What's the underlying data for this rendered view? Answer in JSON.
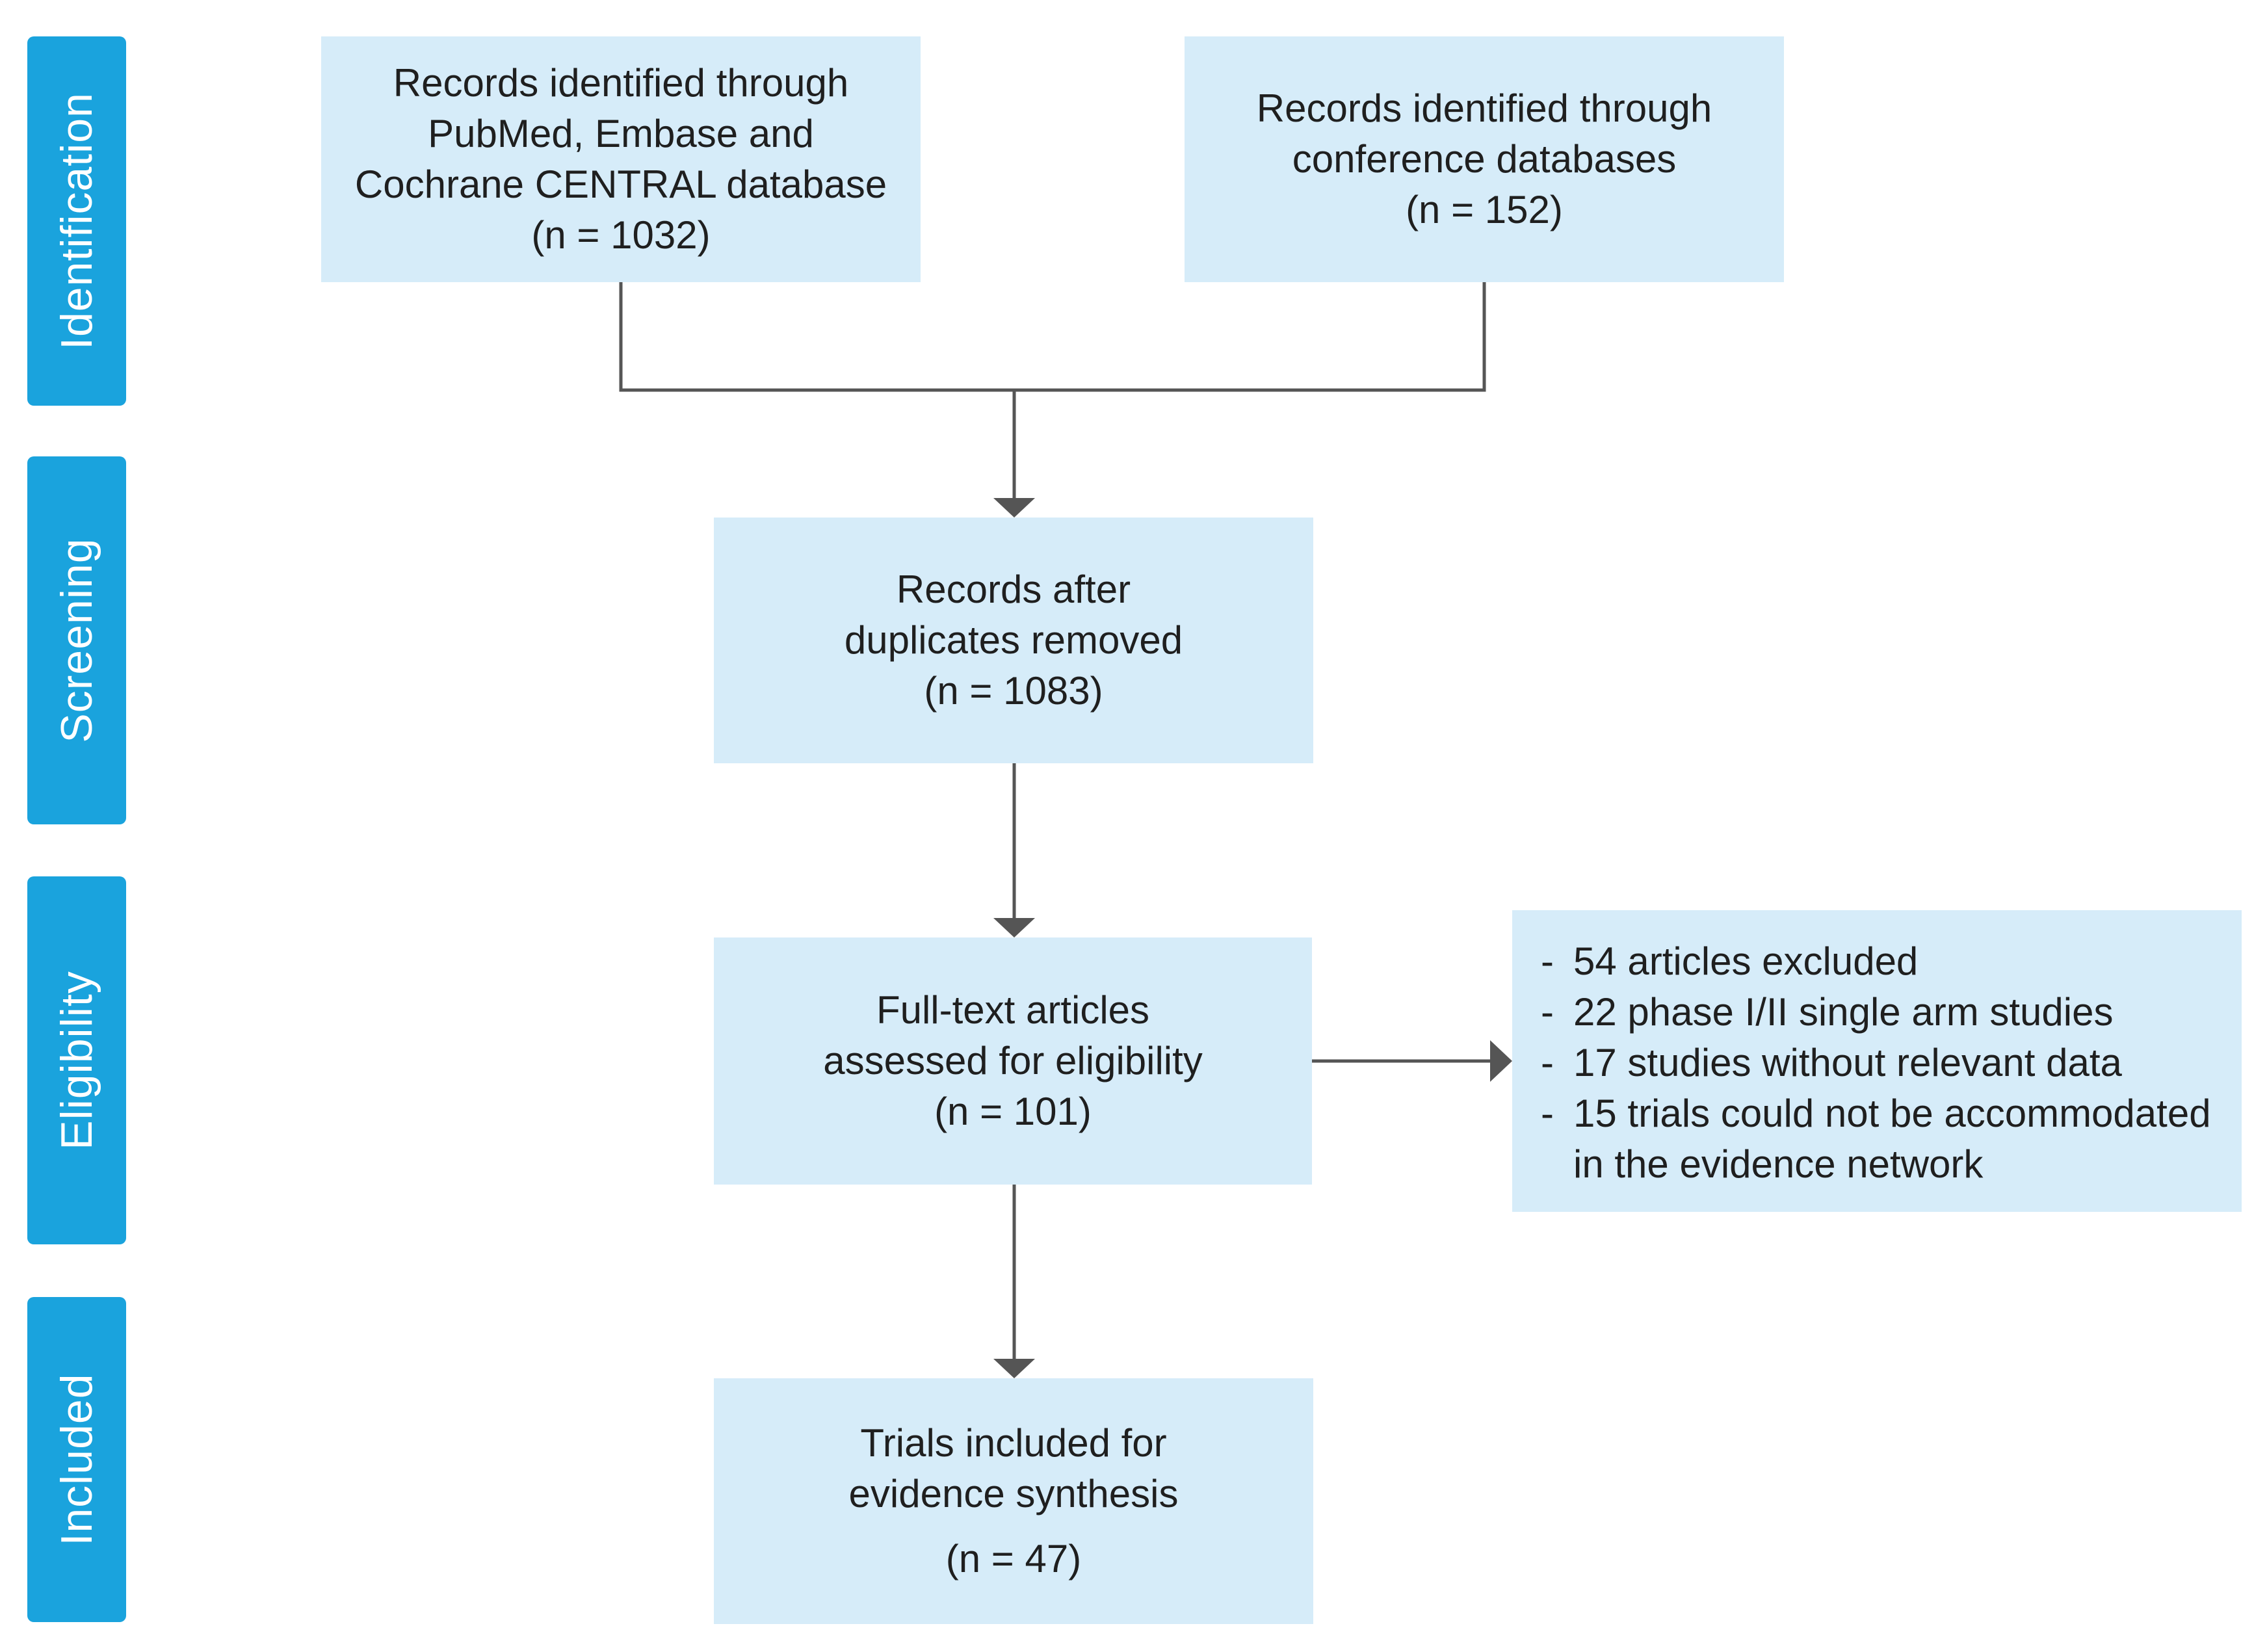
{
  "stages": [
    {
      "id": "identification",
      "label": "Identification"
    },
    {
      "id": "screening",
      "label": "Screening"
    },
    {
      "id": "eligibility",
      "label": "Eligibility"
    },
    {
      "id": "included",
      "label": "Included"
    }
  ],
  "boxes": {
    "databases": {
      "lines": [
        "Records identified through",
        "PubMed, Embase and",
        "Cochrane CENTRAL database"
      ],
      "count": "(n = 1032)"
    },
    "conference": {
      "lines": [
        "Records identified through",
        "conference databases"
      ],
      "count": "(n = 152)"
    },
    "deduplicated": {
      "lines": [
        "Records after",
        "duplicates removed"
      ],
      "count": "(n = 1083)"
    },
    "fulltext": {
      "lines": [
        "Full-text articles",
        "assessed for eligibility"
      ],
      "count": "(n = 101)"
    },
    "included": {
      "lines": [
        "Trials included for",
        "evidence synthesis"
      ],
      "count": "(n = 47)"
    }
  },
  "exclusions": {
    "dash": "-",
    "items": [
      "54 articles excluded",
      "22 phase I/II single arm studies",
      "17 studies without relevant data",
      "15 trials could not be accommodated in the evidence network"
    ]
  },
  "colors": {
    "stage_fill": "#1aa3dd",
    "box_fill": "#d6ecf9",
    "connector": "#555555"
  }
}
